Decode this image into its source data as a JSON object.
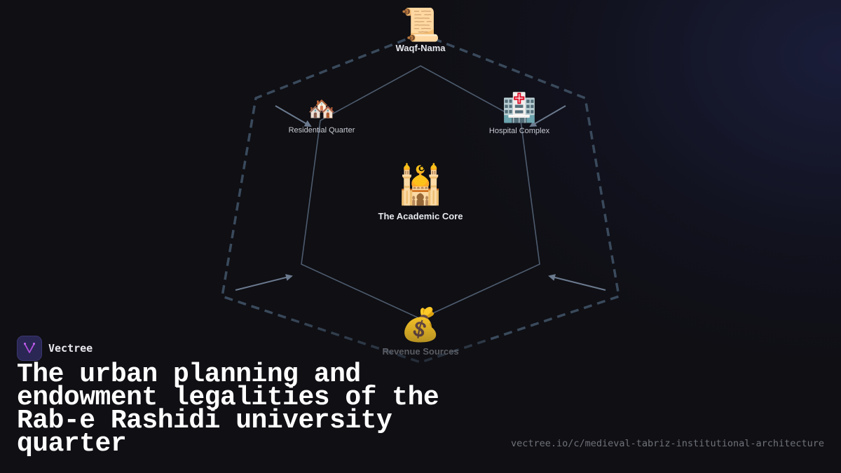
{
  "colors": {
    "background": "#0f0f14",
    "dashed_outline": "#3a4a5c",
    "inner_lines": "#4e5c6e",
    "arrows": "#6b7a8e",
    "title_text": "#ffffff",
    "url_text": "#70727a",
    "logo_bg": "#2a2754",
    "logo_mark": "#b44fe0"
  },
  "diagram": {
    "center": {
      "id": "academic-core",
      "icon": "mosque-icon",
      "emoji": "🕌",
      "label": "The Academic Core"
    },
    "nodes": [
      {
        "id": "waqf-nama",
        "icon": "scroll-icon",
        "emoji": "📜",
        "label": "Waqf-Nama"
      },
      {
        "id": "residential-quarter",
        "icon": "houses-icon",
        "emoji": "🏘️",
        "label": "Residential Quarter"
      },
      {
        "id": "hospital-complex",
        "icon": "hospital-icon",
        "emoji": "🏥",
        "label": "Hospital Complex"
      },
      {
        "id": "revenue-sources",
        "icon": "money-bag-icon",
        "emoji": "💰",
        "label": "Revenue Sources"
      }
    ]
  },
  "brand": {
    "name": "Vectree",
    "icon": "vectree-logo-icon"
  },
  "title": "The urban planning and endowment legalities of the Rab-e Rashidi university quarter",
  "url": "vectree.io/c/medieval-tabriz-institutional-architecture"
}
